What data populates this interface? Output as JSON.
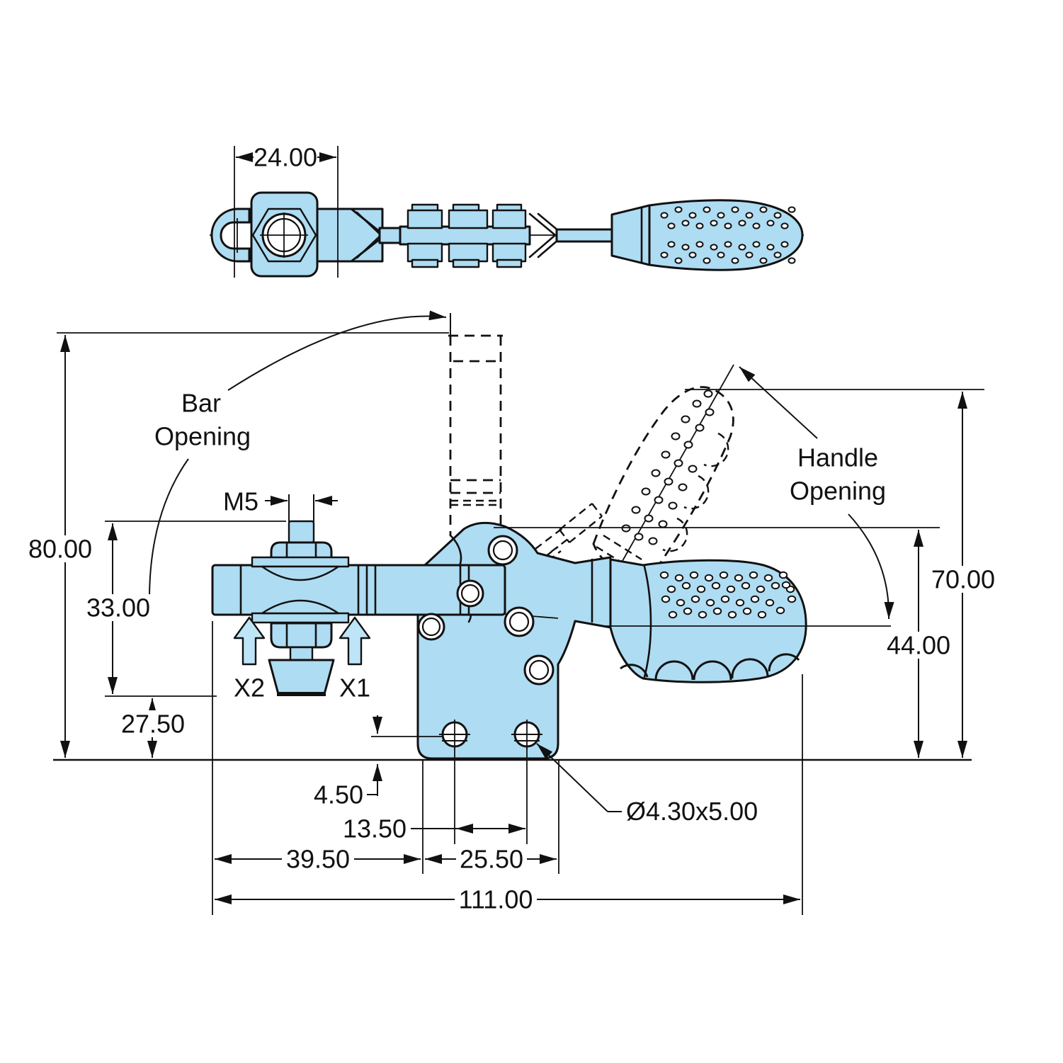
{
  "colors": {
    "part_fill": "#AEDCF2",
    "arrow_fill": "#BEE4F7",
    "line_ink": "#111111",
    "background": "#FFFFFF"
  },
  "labels": {
    "bar_opening": [
      "Bar",
      "Opening"
    ],
    "handle_opening": [
      "Handle",
      "Opening"
    ],
    "thread": "M5",
    "x1": "X1",
    "x2": "X2",
    "hole_spec": "Ø4.30x5.00"
  },
  "dimensions": {
    "top_width": "24.00",
    "overall_height": "80.00",
    "spindle_length": "33.00",
    "base_to_pad": "27.50",
    "open_height": "70.00",
    "handle_height": "44.00",
    "hole_offset": "4.50",
    "hole_spacing": "13.50",
    "flange_width": "25.50",
    "bar_reach": "39.50",
    "overall_length": "111.00"
  }
}
